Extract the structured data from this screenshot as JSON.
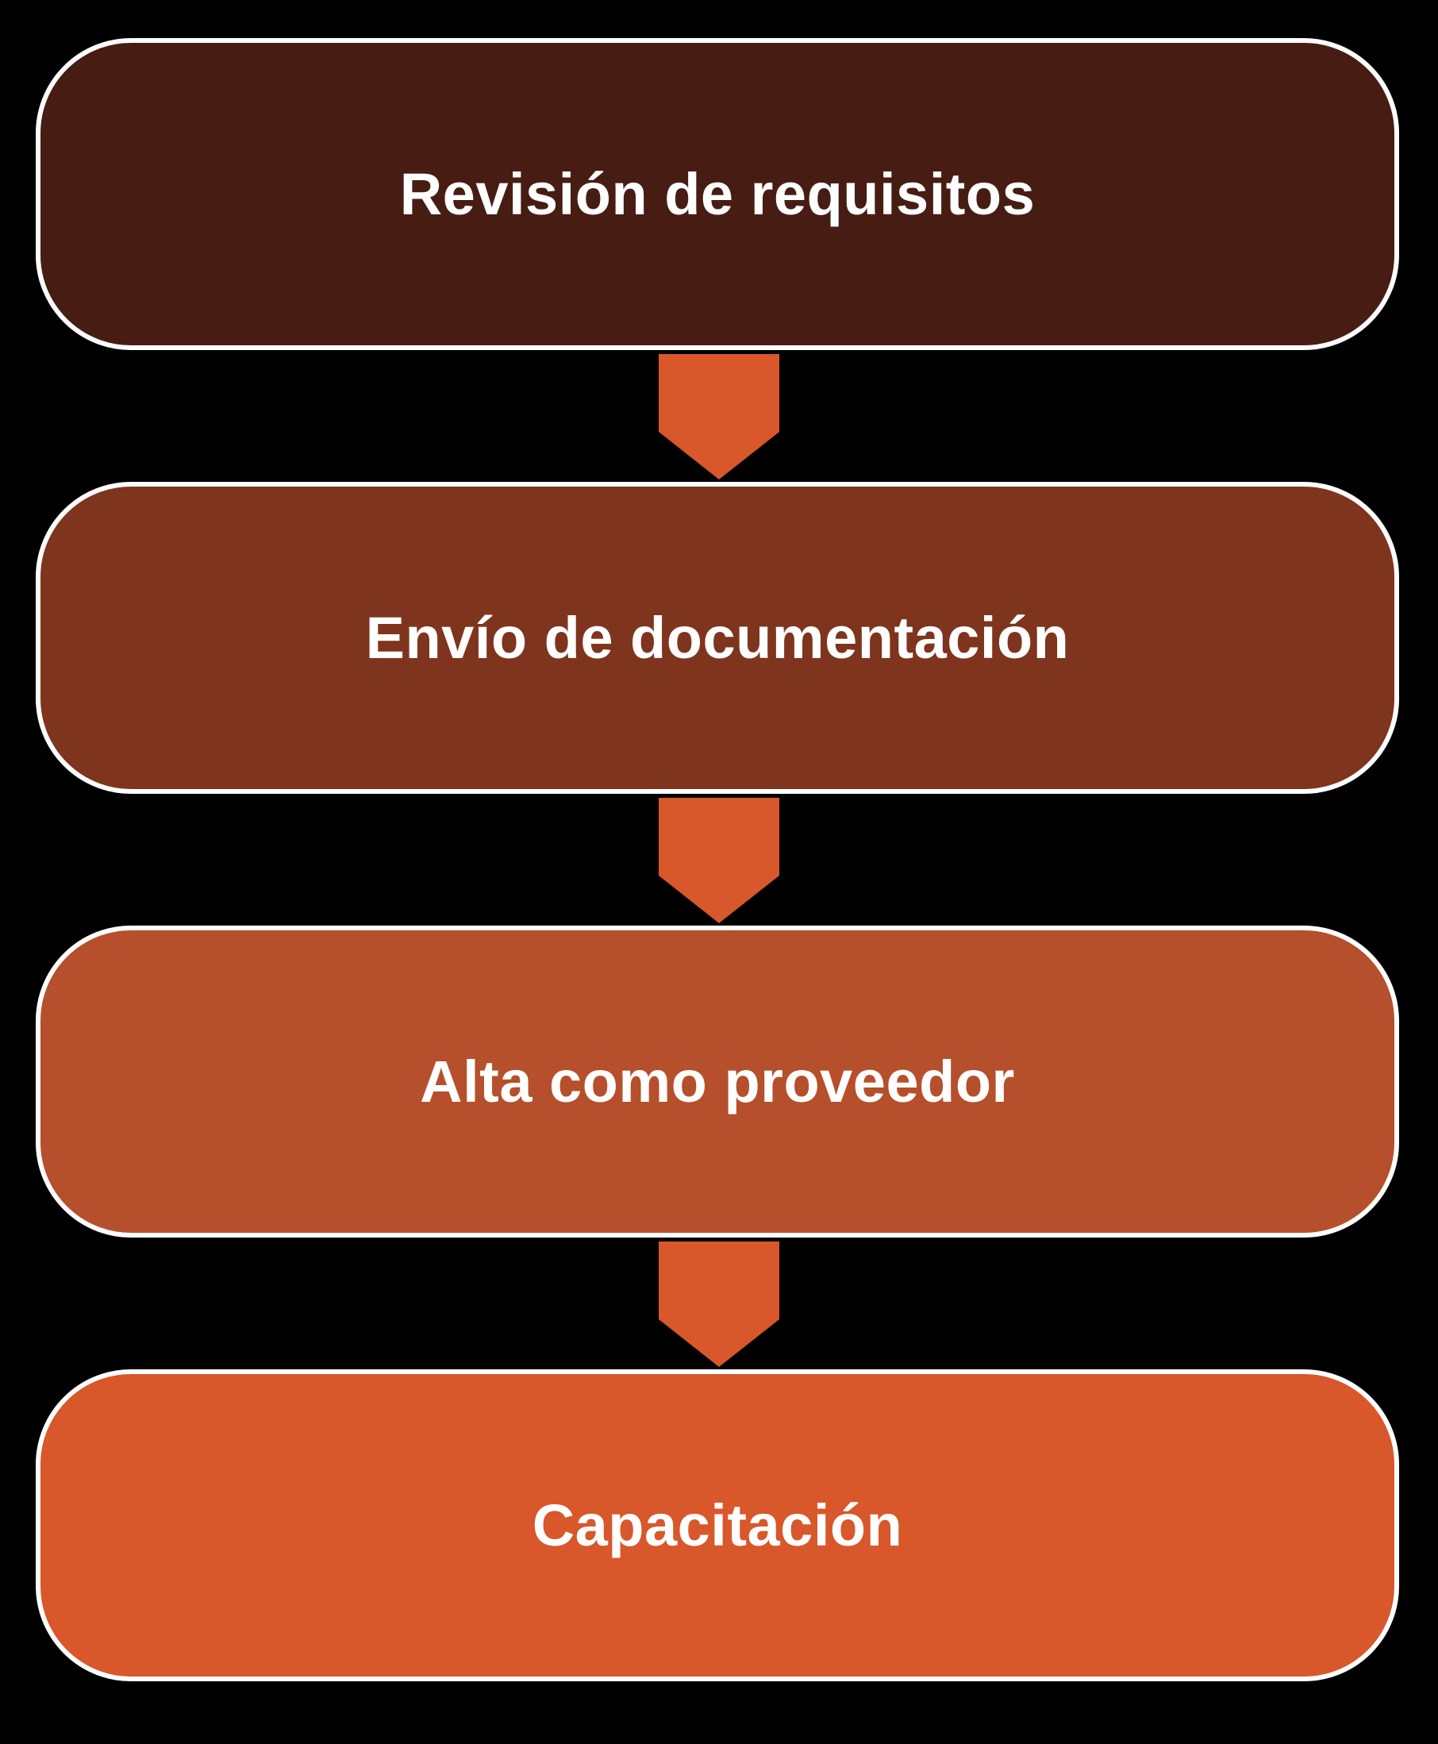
{
  "steps": [
    {
      "label": "Revisión de requisitos",
      "fill": "#471d13"
    },
    {
      "label": "Envío de documentación",
      "fill": "#7f341e"
    },
    {
      "label": "Alta como proveedor",
      "fill": "#b64f2b"
    },
    {
      "label": "Capacitación",
      "fill": "#d8572b"
    }
  ],
  "arrow_color": "#d8572b",
  "background": "#000000"
}
